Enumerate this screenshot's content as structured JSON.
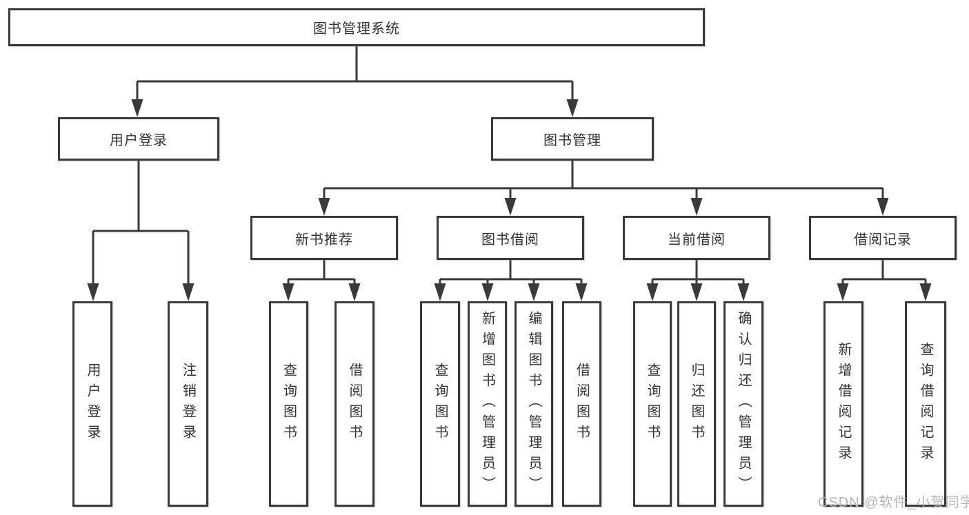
{
  "diagram": {
    "title": "图书管理系统",
    "line_color": "#3a3a3a",
    "text_color": "#333333",
    "nodes": [
      {
        "id": "root",
        "label": "图书管理系统",
        "parent": null,
        "orientation": "horizontal"
      },
      {
        "id": "user-login",
        "label": "用户登录",
        "parent": "root",
        "orientation": "horizontal"
      },
      {
        "id": "book-mgmt",
        "label": "图书管理",
        "parent": "root",
        "orientation": "horizontal"
      },
      {
        "id": "new-book-rec",
        "label": "新书推荐",
        "parent": "book-mgmt",
        "orientation": "horizontal"
      },
      {
        "id": "book-borrow",
        "label": "图书借阅",
        "parent": "book-mgmt",
        "orientation": "horizontal"
      },
      {
        "id": "current-borrow",
        "label": "当前借阅",
        "parent": "book-mgmt",
        "orientation": "horizontal"
      },
      {
        "id": "borrow-records",
        "label": "借阅记录",
        "parent": "book-mgmt",
        "orientation": "horizontal"
      },
      {
        "id": "user-login-leaf",
        "label": "用户登录",
        "parent": "user-login",
        "orientation": "vertical"
      },
      {
        "id": "logout-leaf",
        "label": "注销登录",
        "parent": "user-login",
        "orientation": "vertical"
      },
      {
        "id": "query-book-rec",
        "label": "查询图书",
        "parent": "new-book-rec",
        "orientation": "vertical"
      },
      {
        "id": "borrow-book-rec",
        "label": "借阅图书",
        "parent": "new-book-rec",
        "orientation": "vertical"
      },
      {
        "id": "query-book-borrow",
        "label": "查询图书",
        "parent": "book-borrow",
        "orientation": "vertical"
      },
      {
        "id": "add-book",
        "label": "新增图书（管理员）",
        "parent": "book-borrow",
        "orientation": "vertical"
      },
      {
        "id": "edit-book",
        "label": "编辑图书（管理员）",
        "parent": "book-borrow",
        "orientation": "vertical"
      },
      {
        "id": "borrow-book",
        "label": "借阅图书",
        "parent": "book-borrow",
        "orientation": "vertical"
      },
      {
        "id": "query-book-current",
        "label": "查询图书",
        "parent": "current-borrow",
        "orientation": "vertical"
      },
      {
        "id": "return-book",
        "label": "归还图书",
        "parent": "current-borrow",
        "orientation": "vertical"
      },
      {
        "id": "confirm-return",
        "label": "确认归还（管理员）",
        "parent": "current-borrow",
        "orientation": "vertical"
      },
      {
        "id": "add-borrow-record",
        "label": "新增借阅记录",
        "parent": "borrow-records",
        "orientation": "vertical"
      },
      {
        "id": "query-borrow-record",
        "label": "查询借阅记录",
        "parent": "borrow-records",
        "orientation": "vertical"
      }
    ]
  },
  "watermark": {
    "text": "CSDN @软件_小贺同学",
    "color": "#b5b5b5"
  }
}
